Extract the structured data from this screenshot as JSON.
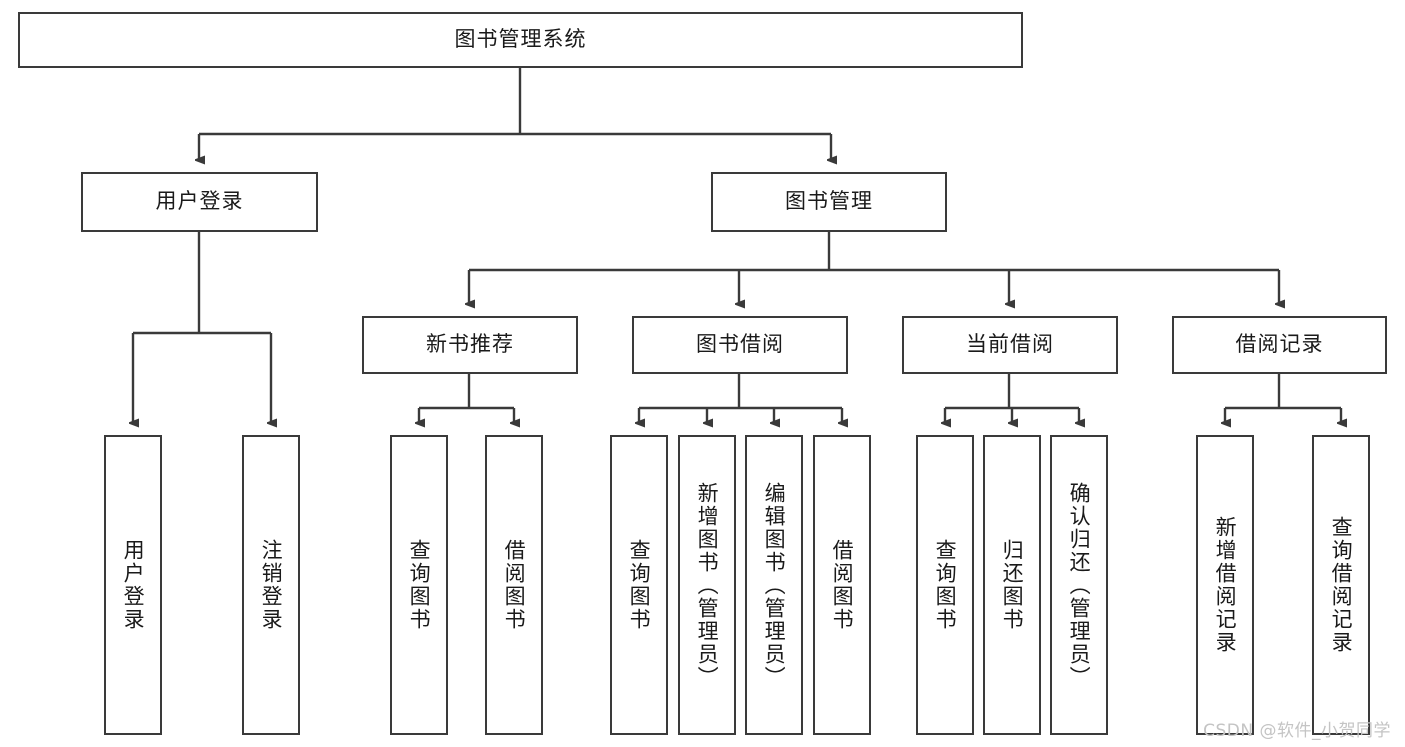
{
  "diagram": {
    "title": "图书管理系统",
    "type": "tree-hierarchy-chart",
    "root": {
      "id": "root",
      "label": "图书管理系统"
    },
    "level1": [
      {
        "id": "user-login",
        "label": "用户登录"
      },
      {
        "id": "book-manage",
        "label": "图书管理"
      }
    ],
    "level2": [
      {
        "id": "new-book-rec",
        "label": "新书推荐",
        "parent": "book-manage"
      },
      {
        "id": "book-borrow",
        "label": "图书借阅",
        "parent": "book-manage"
      },
      {
        "id": "current-borrow",
        "label": "当前借阅",
        "parent": "book-manage"
      },
      {
        "id": "borrow-record",
        "label": "借阅记录",
        "parent": "book-manage"
      }
    ],
    "leaves": {
      "user-login": [
        {
          "id": "leaf-user-login",
          "label": "用户登录"
        },
        {
          "id": "leaf-logout",
          "label": "注销登录"
        }
      ],
      "new-book-rec": [
        {
          "id": "leaf-query-book-1",
          "label": "查询图书"
        },
        {
          "id": "leaf-borrow-book-1",
          "label": "借阅图书"
        }
      ],
      "book-borrow": [
        {
          "id": "leaf-query-book-2",
          "label": "查询图书"
        },
        {
          "id": "leaf-add-book",
          "label": "新增图书（管理员）"
        },
        {
          "id": "leaf-edit-book",
          "label": "编辑图书（管理员）"
        },
        {
          "id": "leaf-borrow-book-2",
          "label": "借阅图书"
        }
      ],
      "current-borrow": [
        {
          "id": "leaf-query-book-3",
          "label": "查询图书"
        },
        {
          "id": "leaf-return-book",
          "label": "归还图书"
        },
        {
          "id": "leaf-confirm-return",
          "label": "确认归还（管理员）"
        }
      ],
      "borrow-record": [
        {
          "id": "leaf-add-record",
          "label": "新增借阅记录"
        },
        {
          "id": "leaf-query-record",
          "label": "查询借阅记录"
        }
      ]
    }
  },
  "watermark": {
    "text": "CSDN @软件_小贺同学"
  },
  "colors": {
    "stroke": "#3a3a3a",
    "background": "#ffffff",
    "text": "#1a1a1a",
    "watermark": "#c4c4c4"
  }
}
